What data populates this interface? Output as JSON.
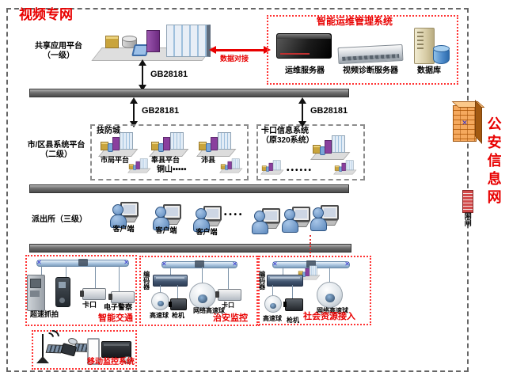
{
  "title": "视频专网",
  "level1": {
    "line1": "共享应用平台",
    "line2": "（一级）"
  },
  "data_link": "数据对接",
  "gb28181": {
    "top": "GB28181",
    "left": "GB28181",
    "right": "GB28181"
  },
  "ops": {
    "title": "智能运维管理系统",
    "items": [
      {
        "label": "运维服务器"
      },
      {
        "label": "视频诊断服务器"
      },
      {
        "label": "数据库"
      }
    ]
  },
  "level2": {
    "line1": "市/区县系统平台",
    "line2": "（二级）",
    "tech_city": {
      "title": "技防城",
      "platforms": [
        "市局平台",
        "奉县平台",
        "沛县"
      ],
      "row2_label": "铜山•••••"
    },
    "checkpoint": {
      "title1": "卡口信息系统",
      "title2": "（原320系统）",
      "dots": "••••••"
    }
  },
  "level3": {
    "label": "派出所（三级）",
    "client": "客户端",
    "dots": "• • • •"
  },
  "traffic": {
    "title": "智能交通",
    "devices": [
      "超速抓拍",
      "卡口",
      "电子警察"
    ]
  },
  "security": {
    "title": "治安监控",
    "encoder": "编码器",
    "devices": [
      "高速球",
      "枪机",
      "网络高速球",
      "卡口"
    ]
  },
  "social": {
    "title": "社会资源接入",
    "encoder": "编码器",
    "devices": [
      "高速球",
      "枪机",
      "网络高速球"
    ]
  },
  "mobile": {
    "title": "移动监控系统"
  },
  "psn": {
    "title": "公安信息网",
    "gateway": "网闸"
  },
  "colors": {
    "accent_red": "#e80000",
    "box_red": "#ff3333",
    "bus_gray": "#6f6f6f",
    "pipe_blue": "#a9c4de"
  }
}
